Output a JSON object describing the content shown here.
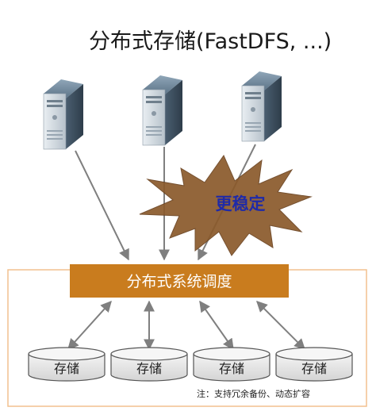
{
  "title": "分布式存储(FastDFS, ...)",
  "burst_label": "更稳定",
  "scheduler_label": "分布式系统调度",
  "storage_nodes": [
    "存储",
    "存储",
    "存储",
    "存储"
  ],
  "note": "注：支持冗余备份、动态扩容",
  "icons": [
    "server-icon",
    "server-icon",
    "server-icon"
  ],
  "colors": {
    "frame_border": "#f2c18f",
    "scheduler_fill": "#c97c1e",
    "burst_fill": "#8a5a2b",
    "burst_text": "#1f2aa8",
    "arrow": "#7f7f7f",
    "disk_fill": "#e6e6e6"
  }
}
